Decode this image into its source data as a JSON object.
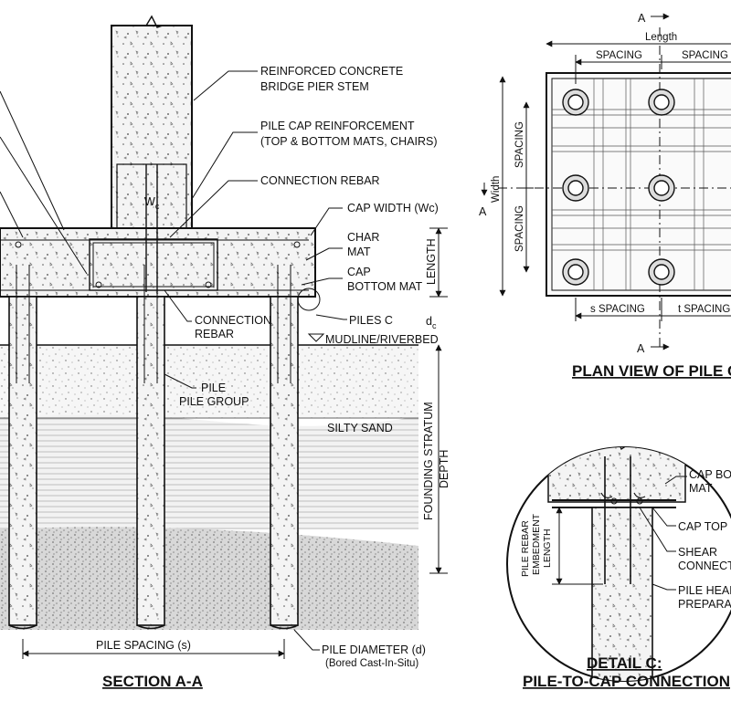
{
  "section": {
    "title": "SECTION A-A",
    "labels": {
      "pier_stem_1": "REINFORCED CONCRETE",
      "pier_stem_2": "BRIDGE PIER STEM",
      "cap_reinf_1": "PILE CAP REINFORCEMENT",
      "cap_reinf_2": "(TOP & BOTTOM MATS, CHAIRS)",
      "connection_rebar": "CONNECTION REBAR",
      "cap_width": "CAP WIDTH (Wc)",
      "char_1": "CHAR",
      "char_2": "MAT",
      "cap_bottom_1": "CAP",
      "cap_bottom_2": "BOTTOM MAT",
      "wc_symbol": "W",
      "wc_sub": "c",
      "length": "LENGTH",
      "connection_rebar2_1": "CONNECTION",
      "connection_rebar2_2": "REBAR",
      "piles_c": "PILES C",
      "dc_symbol": "d",
      "dc_sub": "c",
      "mudline": "MUDLINE/RIVERBED",
      "pile_1": "PILE",
      "pile_2": "PILE GROUP",
      "silty_sand": "SILTY SAND",
      "founding_1": "FOUNDING STRATUM",
      "founding_2": "DEPTH",
      "pile_spacing": "PILE SPACING (s)",
      "pile_diameter_1": "PILE DIAMETER (d)",
      "pile_diameter_2": "(Bored Cast-In-Situ)"
    }
  },
  "plan": {
    "title": "PLAN VIEW OF PILE C",
    "labels": {
      "section_marker": "A",
      "length": "Length",
      "spacing_top_1": "SPACING",
      "spacing_top_2": "SPACING",
      "width": "Width",
      "spacing_side_1": "SPACING",
      "spacing_side_2": "SPACING",
      "s_spacing": "s SPACING",
      "t_spacing": "t SPACING"
    }
  },
  "detail": {
    "title_1": "DETAIL C:",
    "title_2": "PILE-TO-CAP CONNECTION",
    "labels": {
      "embed_1": "PILE REBAR",
      "embed_2": "EMBEDMENT",
      "embed_3": "LENGTH",
      "cap_bottom_1": "CAP BOT",
      "cap_bottom_2": "MAT",
      "cap_top": "CAP TOP M",
      "shear_1": "SHEAR",
      "shear_2": "CONNECTO",
      "pile_head_1": "PILE HEAD",
      "pile_head_2": "PREPARAT"
    }
  }
}
